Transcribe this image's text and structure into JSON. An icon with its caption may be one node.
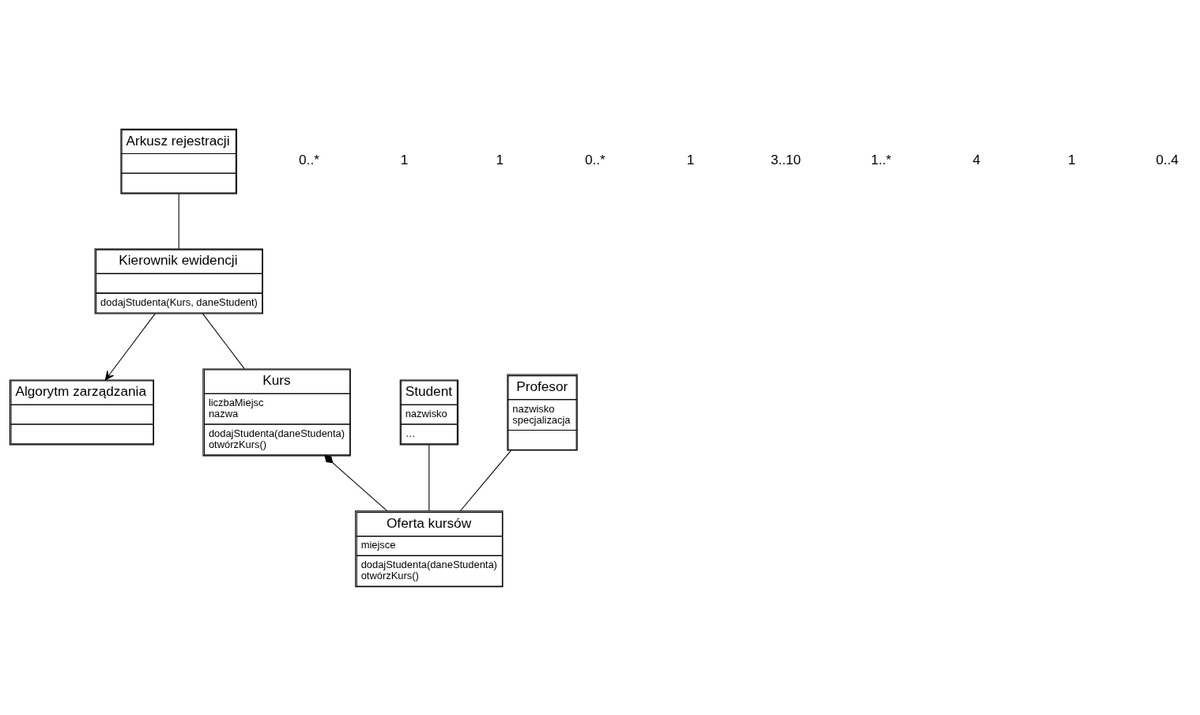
{
  "diagram": {
    "nodes": [
      {
        "text": [
          "Arkusz rejestracji"
        ]
      },
      {
        "text": [
          "Algorytm zarządzania"
        ]
      },
      {
        "text": [
          "Kierownik ewidencji",
          "dodajStudenta(Kurs, daneStudent)"
        ]
      },
      {
        "text": [
          "Kurs",
          "liczbaMiejsc",
          "nazwa",
          "dodajStudenta(daneStudenta)",
          "otwórzKurs()"
        ]
      },
      {
        "text": [
          "Student",
          "nazwisko",
          "…"
        ]
      },
      {
        "text": [
          "Profesor",
          "nazwisko",
          "specjalizacja"
        ]
      },
      {
        "text": [
          "Oferta kursów",
          "miejsce",
          "dodajStudenta(daneStudenta)",
          "otwórzKurs()"
        ]
      }
    ],
    "edges": [
      {
        "from": 0,
        "to": 2,
        "arrow": "none"
      },
      {
        "from": 2,
        "to": 1,
        "arrow": "to"
      },
      {
        "from": 2,
        "to": 3,
        "arrow": "none"
      },
      {
        "from": 3,
        "to": 6,
        "arrow": "other"
      },
      {
        "from": 4,
        "to": 6,
        "arrow": "none"
      },
      {
        "from": 5,
        "to": 6,
        "arrow": "none"
      }
    ],
    "labels": [
      "0..*",
      "1",
      "1",
      "0..*",
      "1",
      "3..10",
      "1..*",
      "4",
      "1",
      "0..4"
    ]
  }
}
